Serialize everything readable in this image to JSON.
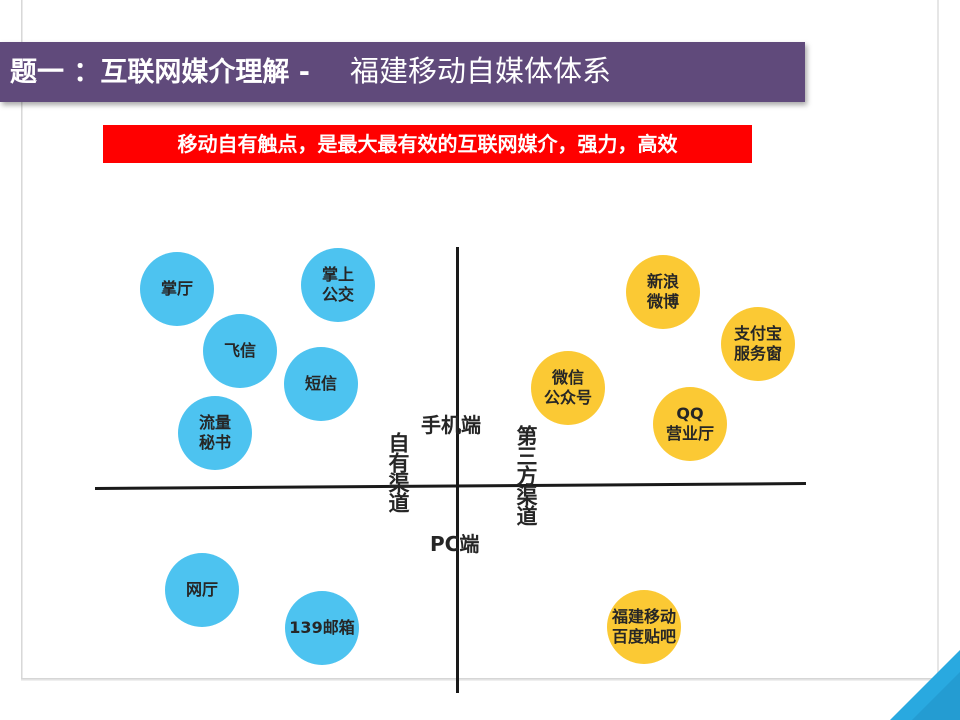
{
  "title": {
    "main": "题一 ：互联网媒介理解 -",
    "sub": "福建移动自媒体体系"
  },
  "banner": "移动自有触点，是最大最有效的互联网媒介，强力，高效",
  "axes": {
    "top": "手机端",
    "bottom": "PC端",
    "left": "自有渠道",
    "right": "第三方渠道"
  },
  "nodes": {
    "zhangting": "掌厅",
    "zhangshang_gongjiao": "掌上\n公交",
    "feixin": "飞信",
    "duanxin": "短信",
    "liuliang_mishu": "流量\n秘书",
    "wangting": "网厅",
    "mail139": "139邮箱",
    "xinlang_weibo": "新浪\n微博",
    "zhifubao": "支付宝\n服务窗",
    "weixin": "微信\n公众号",
    "qq_yingyeting": "QQ\n营业厅",
    "tieba": "福建移动\n百度贴吧"
  },
  "colors": {
    "title_bar": "#604a7b",
    "banner": "#ff0000",
    "own_channel": "#4dc3f0",
    "third_party": "#fbc934",
    "corner": "#29a9e0"
  }
}
